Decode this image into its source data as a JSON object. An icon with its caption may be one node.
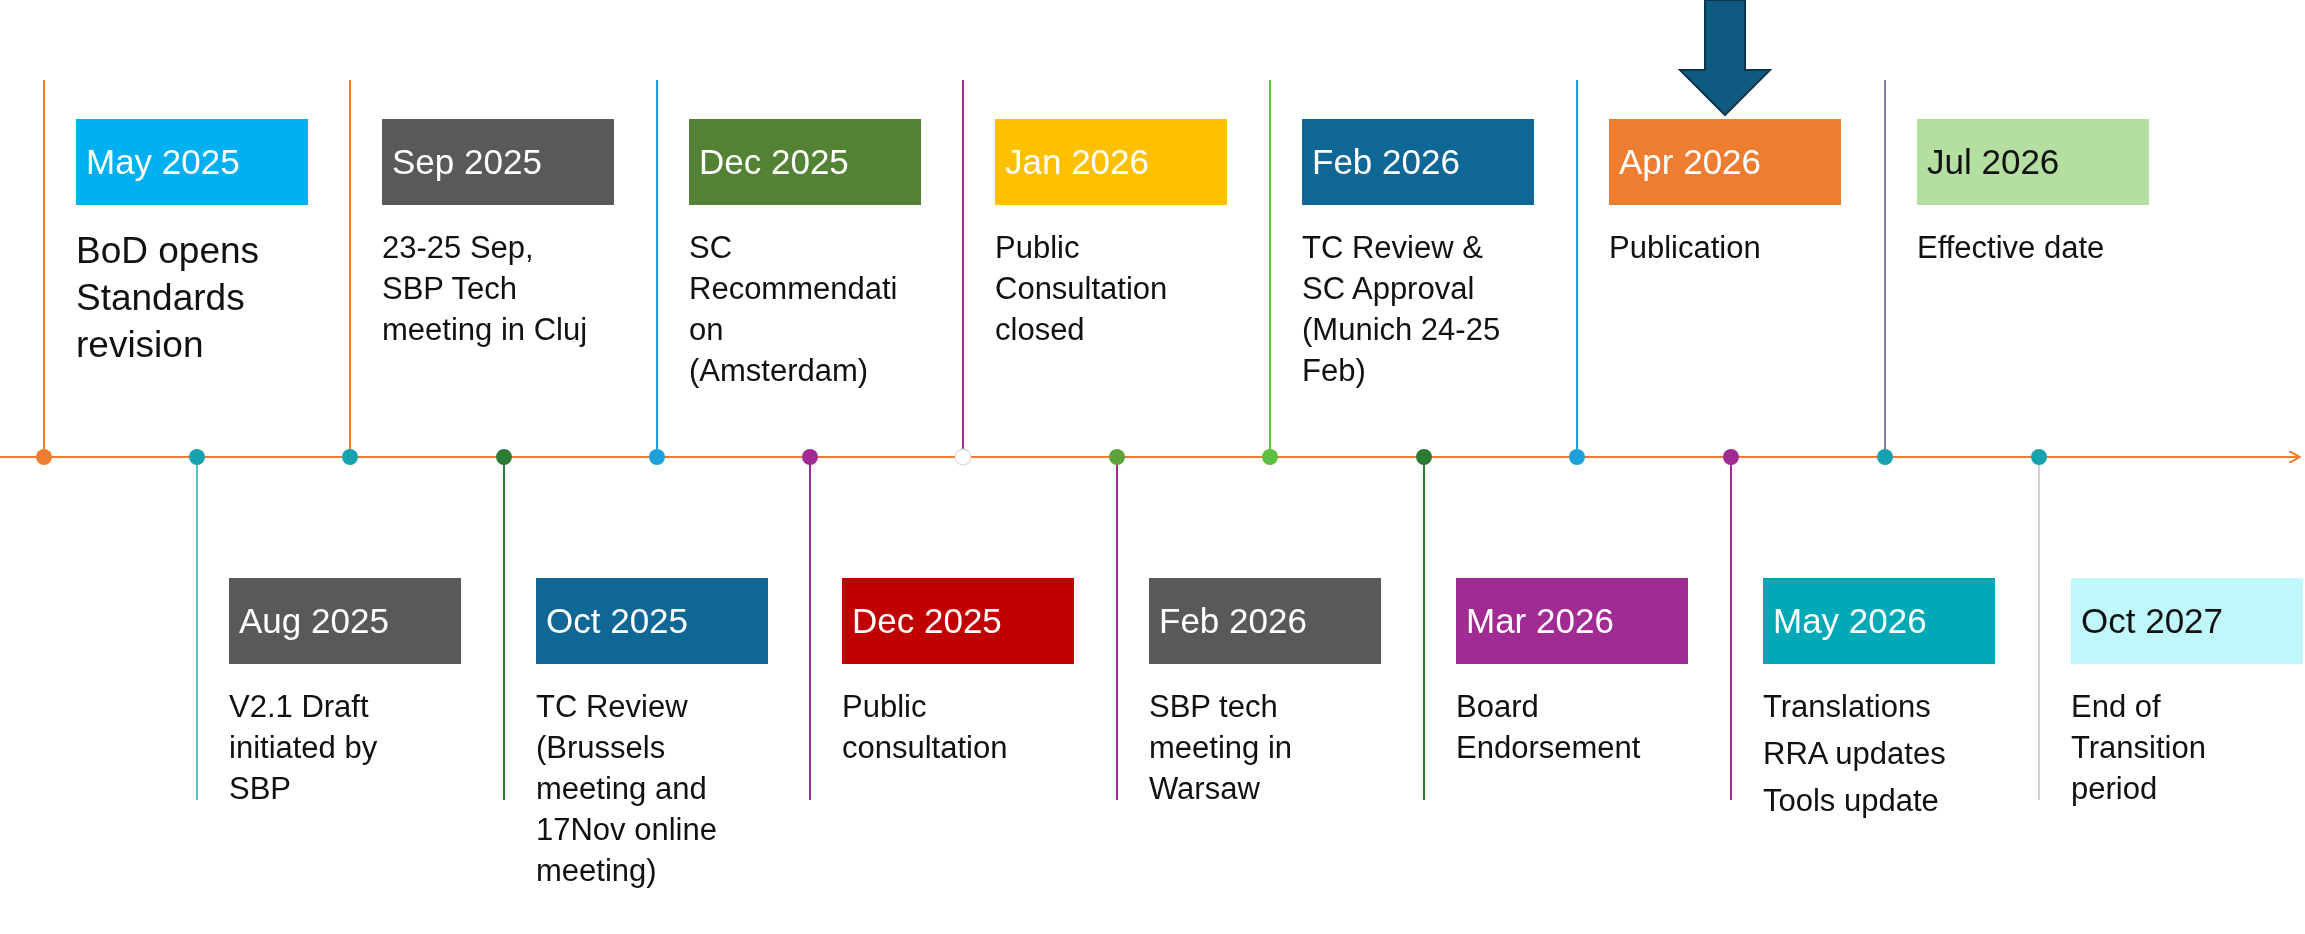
{
  "diagram": {
    "nodes": [
      {
        "text": [
          "May 2025",
          "BoD opens Standards revision"
        ]
      },
      {
        "text": [
          "Aug 2025",
          "V2.1 Draft initiated by SBP"
        ]
      },
      {
        "text": [
          "Sep 2025",
          "23-25 Sep, SBP Tech meeting in Cluj"
        ]
      },
      {
        "text": [
          "Oct 2025",
          "TC Review (Brussels meeting and 17Nov online meeting)"
        ]
      },
      {
        "text": [
          "Dec 2025",
          "SC Recommendation (Amsterdam)"
        ]
      },
      {
        "text": [
          "Dec 2025",
          "Public consultation"
        ]
      },
      {
        "text": [
          "Jan 2026",
          "Public Consultation closed"
        ]
      },
      {
        "text": [
          "Feb 2026",
          "SBP tech meeting in Warsaw"
        ]
      },
      {
        "text": [
          "Feb 2026",
          "TC Review & SC Approval (Munich 24-25 Feb)"
        ]
      },
      {
        "text": [
          "Mar 2026",
          "Board Endorsement"
        ]
      },
      {
        "text": [
          "Apr 2026",
          "Publication"
        ]
      },
      {
        "text": [
          "May 2026",
          "Translations",
          "RRA updates",
          "Tools update"
        ]
      },
      {
        "text": [
          "Jul 2026",
          "Effective date"
        ]
      },
      {
        "text": [
          "Oct 2027",
          "End of Transition period"
        ]
      }
    ],
    "edges": [
      {
        "from": null,
        "to": 10,
        "arrow": "to",
        "style": "thick"
      }
    ]
  }
}
